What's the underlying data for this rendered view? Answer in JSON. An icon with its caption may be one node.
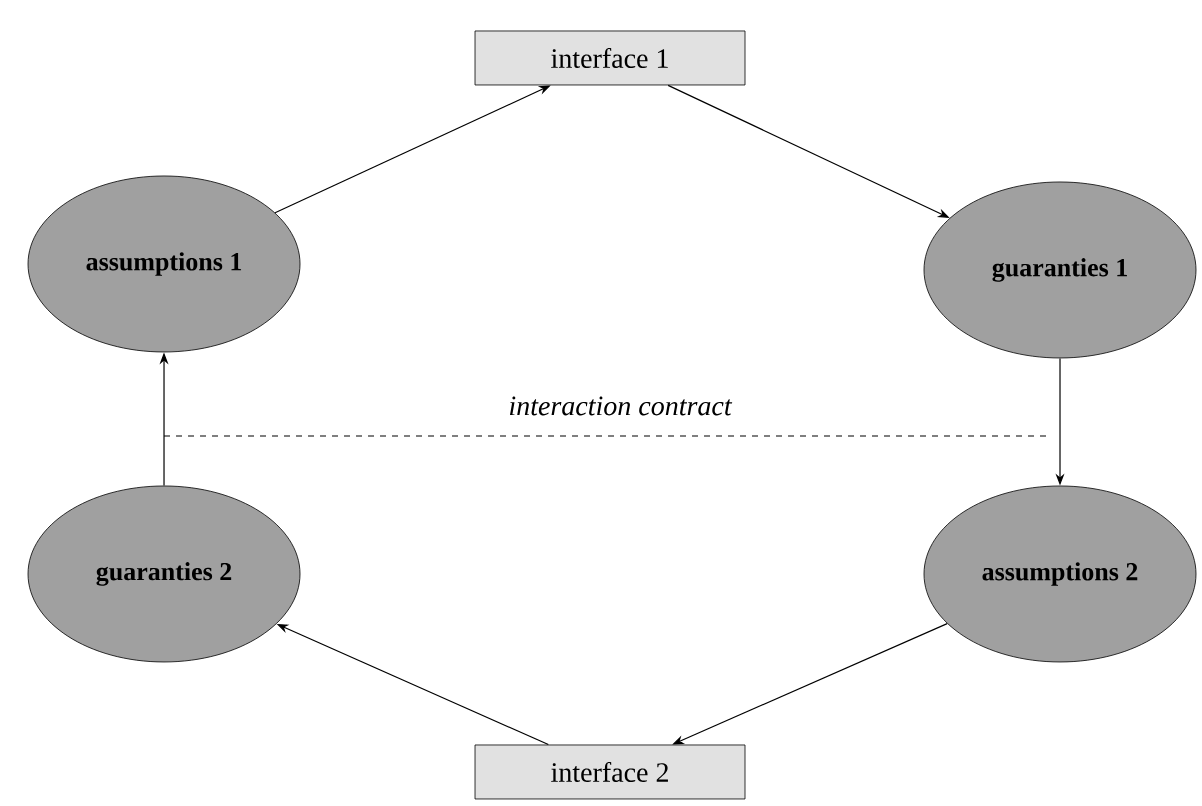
{
  "diagram": {
    "nodes": [
      {
        "text": [
          "interface 1"
        ]
      },
      {
        "text": [
          "assumptions 1"
        ]
      },
      {
        "text": [
          "guaranties 1"
        ]
      },
      {
        "text": [
          "guaranties 2"
        ]
      },
      {
        "text": [
          "assumptions 2"
        ]
      },
      {
        "text": [
          "interface 2"
        ]
      }
    ],
    "edges": [
      {
        "from": 1,
        "to": 0,
        "arrow": "to"
      },
      {
        "from": 0,
        "to": 2,
        "arrow": "to"
      },
      {
        "from": 2,
        "to": 4,
        "arrow": "to"
      },
      {
        "from": 4,
        "to": 5,
        "arrow": "to"
      },
      {
        "from": 5,
        "to": 3,
        "arrow": "to"
      },
      {
        "from": 3,
        "to": 1,
        "arrow": "to"
      }
    ],
    "labels": [
      "interaction contract"
    ]
  }
}
